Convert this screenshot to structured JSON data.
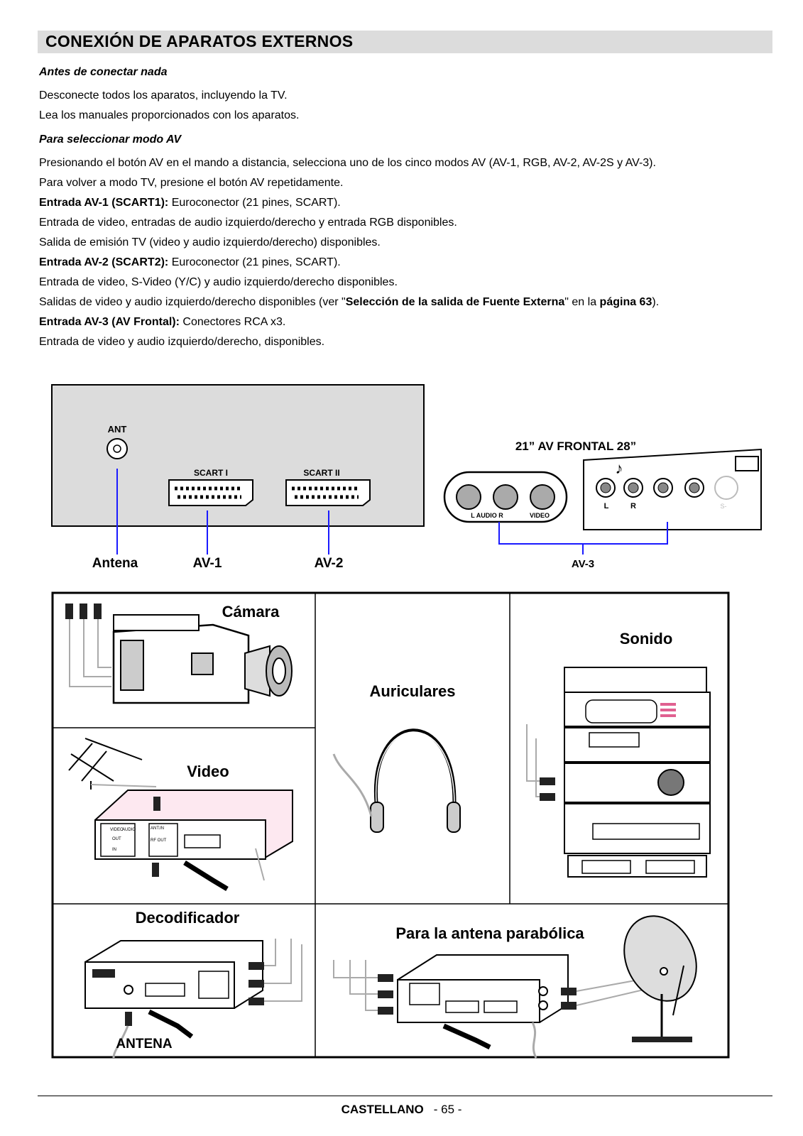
{
  "header": {
    "title": "CONEXIÓN  DE  APARATOS  EXTERNOS"
  },
  "section1": {
    "subtitle": "Antes de conectar nada",
    "lines": [
      "Desconecte todos los aparatos, incluyendo la TV.",
      "Lea los manuales proporcionados con los aparatos."
    ]
  },
  "section2": {
    "subtitle": "Para seleccionar modo AV",
    "line1": "Presionando el botón AV en el mando a distancia, selecciona uno de los cinco modos AV (AV-1, RGB, AV-2, AV-2S y AV-3).",
    "line2": "Para volver a modo TV, presione el botón AV repetidamente.",
    "av1_label": "Entrada AV-1 (SCART1):",
    "av1_text": " Euroconector (21 pines, SCART).",
    "av1_line2": "Entrada de video, entradas de audio izquierdo/derecho y entrada RGB disponibles.",
    "av1_line3": "Salida de emisión TV (video y audio izquierdo/derecho) disponibles.",
    "av2_label": "Entrada AV-2 (SCART2):",
    "av2_text": " Euroconector (21 pines, SCART).",
    "av2_line2": "Entrada de video, S-Video (Y/C) y audio izquierdo/derecho disponibles.",
    "av2_line3_a": "Salidas de video y audio izquierdo/derecho disponibles (ver \"",
    "av2_line3_b": "Selección de la salida de Fuente Externa",
    "av2_line3_c": "\" en la ",
    "av2_line3_d": "página 63",
    "av2_line3_e": ").",
    "av3_label": "Entrada AV-3 (AV Frontal):",
    "av3_text": " Conectores RCA x3.",
    "av3_line2": "Entrada de video y audio izquierdo/derecho, disponibles."
  },
  "diagram": {
    "ant": "ANT",
    "scart1": "SCART I",
    "scart2": "SCART II",
    "antena": "Antena",
    "av1": "AV-1",
    "av2": "AV-2",
    "front_title": "21”   AV FRONTAL   28”",
    "front_audio": "L  AUDIO  R",
    "front_video": "VIDEO",
    "l": "L",
    "r": "R",
    "svideo": "S-",
    "av3": "AV-3"
  },
  "devices": {
    "camara": "Cámara",
    "sonido": "Sonido",
    "auriculares": "Auriculares",
    "video": "Video",
    "decodificador": "Decodificador",
    "parabolica": "Para la antena parabólica",
    "antena": "ANTENA",
    "vcr_video": "VIDEO",
    "vcr_audio": "AUDIO",
    "vcr_antin": "ANT.IN",
    "vcr_rfout": "RF OUT",
    "vcr_out": "OUT",
    "vcr_in": "IN"
  },
  "footer": {
    "lang": "CASTELLANO",
    "page": "- 65 -"
  }
}
